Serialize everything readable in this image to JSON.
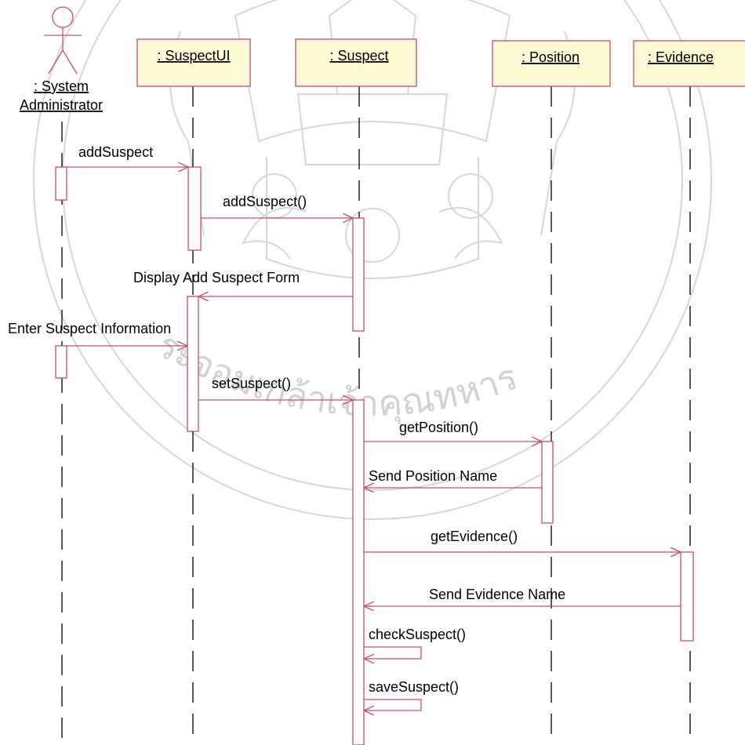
{
  "diagram": {
    "actor": {
      "name_line1": ": System",
      "name_line2": "Administrator"
    },
    "objects": [
      {
        "id": "suspectui",
        "label": ": SuspectUI"
      },
      {
        "id": "suspect",
        "label": ": Suspect"
      },
      {
        "id": "position",
        "label": ": Position"
      },
      {
        "id": "evidence",
        "label": ": Evidence"
      }
    ],
    "messages": [
      {
        "id": "m1",
        "label": "addSuspect",
        "from": "actor",
        "to": "suspectui",
        "kind": "call"
      },
      {
        "id": "m2",
        "label": "addSuspect()",
        "from": "suspectui",
        "to": "suspect",
        "kind": "call"
      },
      {
        "id": "m3",
        "label": "Display Add Suspect Form",
        "from": "suspect",
        "to": "suspectui",
        "kind": "return"
      },
      {
        "id": "m4",
        "label": "Enter Suspect Information",
        "from": "actor",
        "to": "suspectui",
        "kind": "call"
      },
      {
        "id": "m5",
        "label": "setSuspect()",
        "from": "suspectui",
        "to": "suspect",
        "kind": "call"
      },
      {
        "id": "m6",
        "label": "getPosition()",
        "from": "suspect",
        "to": "position",
        "kind": "call"
      },
      {
        "id": "m7",
        "label": "Send Position Name",
        "from": "position",
        "to": "suspect",
        "kind": "return"
      },
      {
        "id": "m8",
        "label": "getEvidence()",
        "from": "suspect",
        "to": "evidence",
        "kind": "call"
      },
      {
        "id": "m9",
        "label": "Send Evidence Name",
        "from": "evidence",
        "to": "suspect",
        "kind": "return"
      },
      {
        "id": "m10",
        "label": "checkSuspect()",
        "from": "suspect",
        "to": "suspect",
        "kind": "self"
      },
      {
        "id": "m11",
        "label": "saveSuspect()",
        "from": "suspect",
        "to": "suspect",
        "kind": "self"
      }
    ],
    "colors": {
      "line": "#c0506a",
      "box_fill": "#fdfbd6",
      "lifeline": "#000000",
      "watermark": "#d7d7d7"
    }
  },
  "watermark": {
    "type": "university seal",
    "text": "ระจอมเกล้าเจ้าคุณทหาร"
  }
}
